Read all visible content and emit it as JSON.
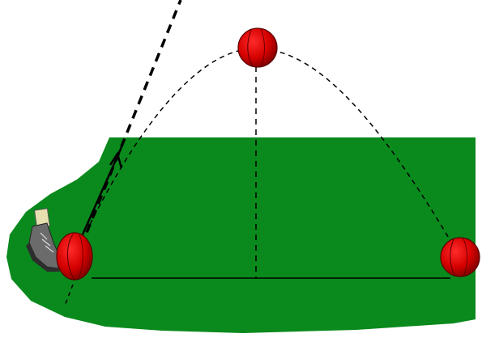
{
  "diagram": {
    "subject": "projectile-kick",
    "colors": {
      "background": "#ffffff",
      "field": "#0a8a1c",
      "ball": "#d40000",
      "ball_dark": "#7a0000",
      "ball_seam": "#5a0000",
      "line": "#000000",
      "shoe_upper": "#6b6b6b",
      "shoe_sole": "#2d2d2d",
      "sock": "#e6e0b0"
    },
    "elements": {
      "field": "grass-field",
      "balls": [
        "ball-at-launch",
        "ball-at-peak",
        "ball-at-landing"
      ],
      "lines": [
        "trajectory-arc",
        "launch-direction-line",
        "velocity-arrow",
        "peak-height-line",
        "horizontal-range-line"
      ],
      "figures": [
        "kicking-shoe"
      ]
    }
  }
}
